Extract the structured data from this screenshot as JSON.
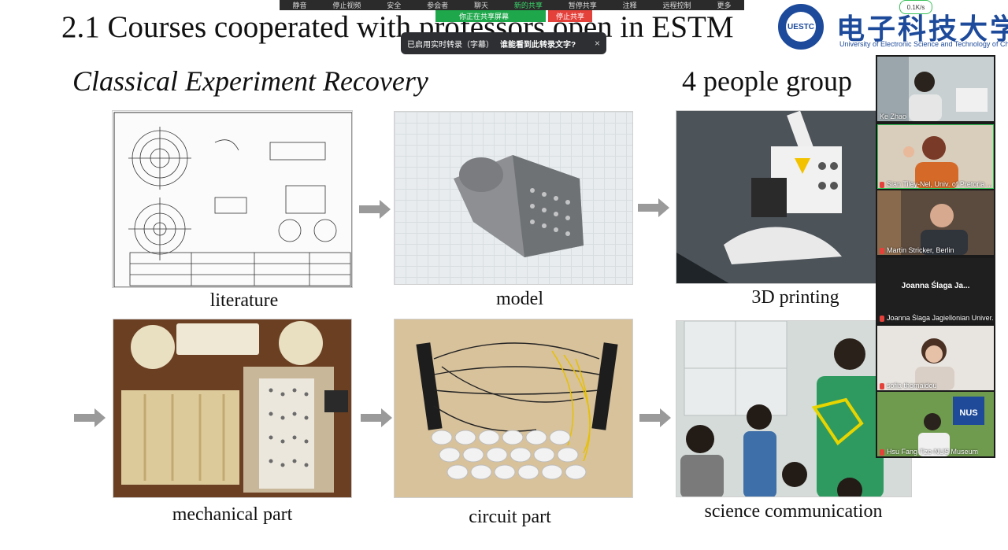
{
  "slide": {
    "title": "2.1 Courses cooperated with professors open in ESTM",
    "subtitle": "Classical Experiment Recovery",
    "group_label": "4 people group",
    "captions": {
      "literature": "literature",
      "model": "model",
      "printing": "3D printing",
      "mechanical": "mechanical part",
      "circuit": "circuit part",
      "science": "science communication"
    },
    "logo": {
      "seal_text": "UESTC",
      "cn_name": "电子科技大学",
      "en_name": "University of Electronic Science and Technology of China"
    }
  },
  "toolbar": {
    "items": [
      "静音",
      "停止视频",
      "安全",
      "参会者",
      "聊天",
      "新的共享",
      "暂停共享",
      "注释",
      "远程控制",
      "更多"
    ],
    "sharing_banner": "你正在共享屏幕",
    "stop_share": "停止共享",
    "caption_prompt": "已启用实时转录（字幕）",
    "caption_question": "谁能看到此转录文字?",
    "close": "×",
    "network_speed": "0.1K/s"
  },
  "participants": [
    {
      "name": "Ke Zhao",
      "muted": false
    },
    {
      "name": "Sian Tiley-Nel, Univ. of Pretoria ...",
      "muted": true
    },
    {
      "name": "Martin Stricker, Berlin",
      "muted": true
    },
    {
      "name": "Joanna Ślaga Jagiellonian Univer...",
      "display": "Joanna Ślaga Ja...",
      "muted": true
    },
    {
      "name": "sofia thomaidou",
      "muted": true
    },
    {
      "name": "Hsu Fang-Tze-NUS Museum",
      "muted": true
    }
  ],
  "colors": {
    "brand_blue": "#1d4a9a",
    "share_green": "#1ea84b",
    "stop_red": "#e5413b",
    "arrow_gray": "#9a9a9a"
  }
}
